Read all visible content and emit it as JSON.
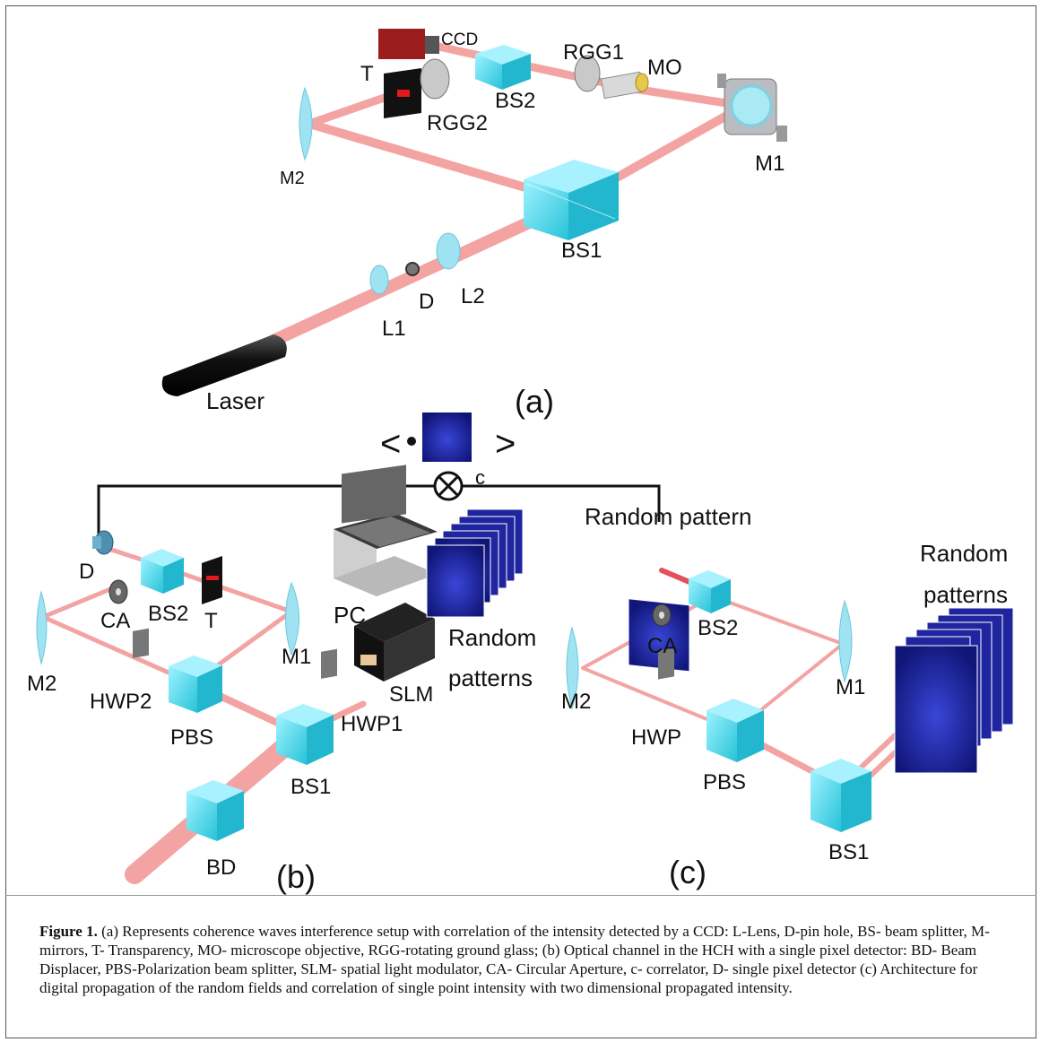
{
  "panel_a": {
    "ccd": "CCD",
    "rgg1": "RGG1",
    "mo": "MO",
    "t": "T",
    "bs2": "BS2",
    "rgg2": "RGG2",
    "m2": "M2",
    "m1": "M1",
    "bs1": "BS1",
    "l1": "L1",
    "d": "D",
    "l2": "L2",
    "laser": "Laser",
    "panel_label": "(a)"
  },
  "correlator": {
    "left_bracket": "<",
    "right_bracket": ">",
    "label": "c"
  },
  "panel_b": {
    "d": "D",
    "ca": "CA",
    "bs2": "BS2",
    "t": "T",
    "m2": "M2",
    "m1": "M1",
    "pc": "PC",
    "random_line1": "Random",
    "random_line2": "patterns",
    "hwp2": "HWP2",
    "pbs": "PBS",
    "bs1": "BS1",
    "hwp1": "HWP1",
    "slm": "SLM",
    "bd": "BD",
    "panel_label": "(b)"
  },
  "panel_c": {
    "random_pattern": "Random pattern",
    "ca": "CA",
    "bs2": "BS2",
    "m2": "M2",
    "m1": "M1",
    "hwp": "HWP",
    "pbs": "PBS",
    "bs1": "BS1",
    "random_line1": "Random",
    "random_line2": "patterns",
    "panel_label": "(c)"
  },
  "caption": {
    "label": "Figure 1.",
    "text": " (a) Represents coherence waves interference setup with correlation of the intensity detected by a CCD: L-Lens, D-pin hole, BS- beam splitter, M- mirrors, T- Transparency, MO- microscope objective, RGG-rotating ground glass; (b) Optical channel in the HCH with a single pixel detector: BD- Beam Displacer, PBS-Polarization beam splitter, SLM- spatial light modulator, CA- Circular Aperture, c- correlator, D- single pixel detector (c) Architecture for digital propagation of the random fields and correlation of single point intensity with two dimensional propagated intensity."
  },
  "colors": {
    "beam": "#f4a3a3",
    "cube": "#4fd6e6",
    "mirror": "#9fe3f2",
    "pattern": "#1a1f9e"
  }
}
